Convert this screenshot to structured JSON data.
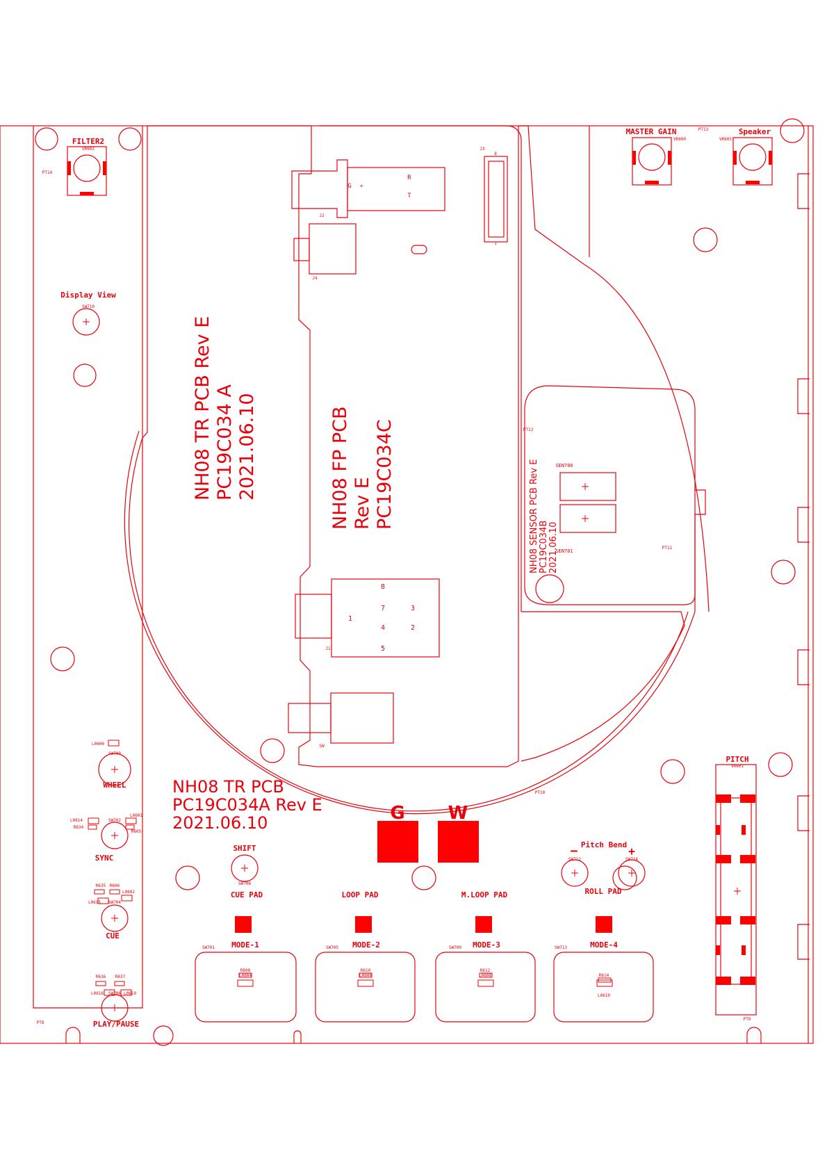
{
  "colors": {
    "trace": "#e8000a",
    "pad": "#ff0000",
    "bg": "#ffffff"
  },
  "boards": {
    "tr_vertical": [
      "NH08 TR PCB Rev E",
      "PC19C034 A",
      "2021.06.10"
    ],
    "fp_vertical": [
      "NH08 FP PCB",
      "Rev E",
      "PC19C034C"
    ],
    "sensor_vertical": [
      "NH08 SENSOR PCB Rev E",
      "PC19C034B",
      "2021.06.10"
    ],
    "tr_horizontal": [
      "NH08 TR PCB",
      "PC19C034A Rev E",
      "2021.06.10"
    ]
  },
  "pads": {
    "g": "G",
    "w": "W"
  },
  "knobs": {
    "filter2": {
      "label": "FILTER2",
      "ref": "VR602"
    },
    "master_gain": {
      "label": "MASTER GAIN",
      "ref": "VR600"
    },
    "speaker": {
      "label": "Speaker",
      "ref": "VR603"
    }
  },
  "buttons": {
    "display_view": {
      "label": "Display View",
      "ref": "SW710"
    },
    "wheel": {
      "label": "WHEEL",
      "ref": "SW700",
      "led": "L0600"
    },
    "sync": {
      "label": "SYNC",
      "ref": "SW702",
      "led1": "L0614",
      "led2": "L0601",
      "r1": "R634",
      "r2": "R605"
    },
    "cue": {
      "label": "CUE",
      "ref": "SW704",
      "led1": "L0615",
      "led2": "L0602",
      "r1": "R635",
      "r2": "R606"
    },
    "play_pause": {
      "label": "PLAY/PAUSE",
      "ref": "SW706",
      "led1": "L0616",
      "led2": "L0619",
      "r1": "R636",
      "r2": "R637"
    },
    "shift": {
      "label": "SHIFT",
      "ref": "SW708"
    }
  },
  "pitch_bend": {
    "label": "Pitch Bend",
    "minus": "−",
    "plus": "+",
    "ref_minus": "SW712",
    "ref_plus": "SW714"
  },
  "pitch": {
    "label": "PITCH",
    "ref": "VR601"
  },
  "pad_modes": [
    {
      "title": "CUE PAD",
      "sw": "SW701",
      "mode": "MODE-1",
      "r": "R608",
      "led": "L0604"
    },
    {
      "title": "LOOP PAD",
      "sw": "SW705",
      "mode": "MODE-2",
      "r": "R610",
      "led": "L0606"
    },
    {
      "title": "M.LOOP PAD",
      "sw": "SW709",
      "mode": "MODE-3",
      "r": "R612",
      "led": "L0608"
    },
    {
      "title": "ROLL PAD",
      "sw": "SW713",
      "mode": "MODE-4",
      "r": "R614",
      "led": "L0610"
    }
  ],
  "connectors": {
    "j3": "J3",
    "j3_pin_top": "8",
    "j3_pin_bottom": "1",
    "j2": "J2",
    "j2_r": "R",
    "j2_t": "T",
    "j2_g": "G",
    "j2_plus": "+",
    "j4": "J4",
    "j1": "J1",
    "j1_pins": [
      "8",
      "7",
      "3",
      "1",
      "4",
      "2",
      "5"
    ],
    "sw": "SW"
  },
  "sensors": {
    "sen700": "SEN700",
    "sen701": "SEN701"
  },
  "test_points": [
    "PT14",
    "PT13",
    "PT12",
    "PT11",
    "PT10",
    "PT8",
    "PT9"
  ]
}
